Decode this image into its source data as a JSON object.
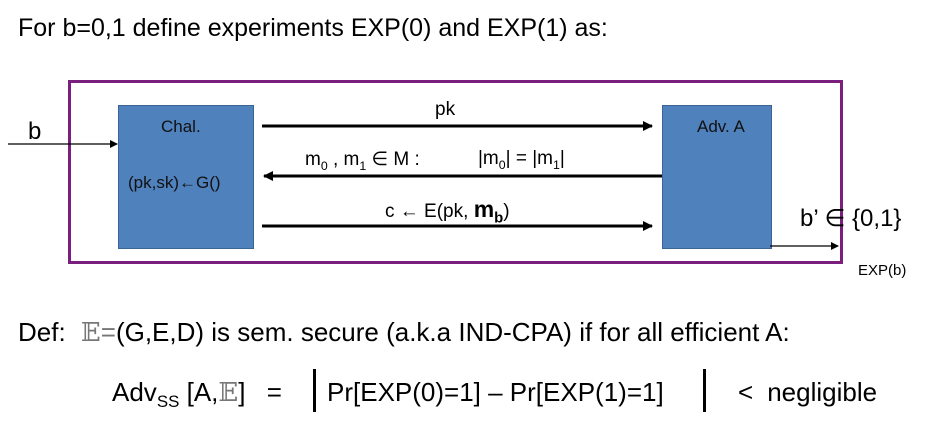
{
  "title": "For   b=0,1   define experiments EXP(0) and EXP(1) as:",
  "diagram": {
    "input_b": "b",
    "chal_label": "Chal.",
    "chal_keygen": "(pk,sk)←G()",
    "adv_label": "Adv. A",
    "arrow_pk": "pk",
    "msg_prefix": "m",
    "msg_sub0": "0",
    "msg_comma": " , m",
    "msg_sub1": "1",
    "msg_in": " ∈ M :",
    "msg_cond_a": "|m",
    "msg_cond_b": "| = |m",
    "msg_cond_c": "|",
    "enc_prefix": "c ← E(pk, ",
    "enc_m": "m",
    "enc_b": "b",
    "enc_suffix": ")",
    "output_b": "b’",
    "output_set": " ∈ {0,1}",
    "exp_label": "EXP(b)"
  },
  "definition": {
    "prefix": "Def:",
    "scheme_symbol": "𝔼",
    "eq": "=",
    "text": "(G,E,D) is sem. secure (a.k.a IND-CPA) if for all efficient  A:"
  },
  "advantage": {
    "adv": "Adv",
    "adv_sub": "SS",
    "args_open": "[A,",
    "scheme_symbol": "𝔼",
    "args_close": "]",
    "eq": "=",
    "expr": "Pr[EXP(0)=1] – Pr[EXP(1)=1]",
    "lt": "<",
    "negligible": "negligible"
  },
  "colors": {
    "frame": "#7b1f7f",
    "box": "#4f81bd"
  }
}
